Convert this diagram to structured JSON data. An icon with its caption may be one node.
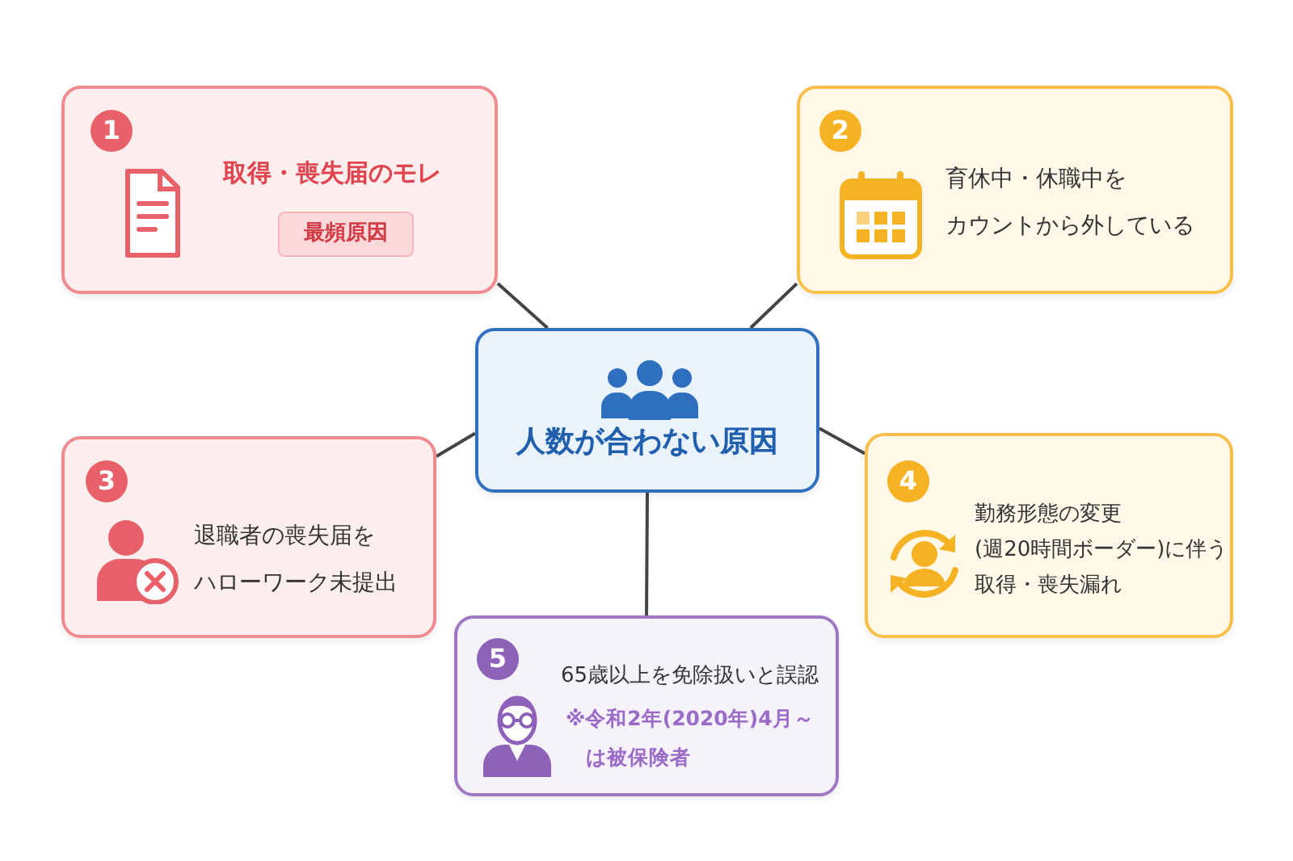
{
  "diagram": {
    "nodes": [
      {
        "text": [
          "人数が合わない原因"
        ]
      },
      {
        "text": [
          "1",
          "取得・喪失届のモレ",
          "最頻原因"
        ]
      },
      {
        "text": [
          "2",
          "育休中・休職中をカウントから外している"
        ]
      },
      {
        "text": [
          "3",
          "退職者の喪失届をハローワーク未提出"
        ]
      },
      {
        "text": [
          "4",
          "勤務形態の変更(週20時間ボーダー)に伴う取得・喪失漏れ"
        ]
      },
      {
        "text": [
          "5",
          "65歳以上を免除扱いと誤認",
          "※令和2年(2020年)4月～は被保険者"
        ]
      }
    ],
    "edges": [
      {
        "from": 0,
        "to": 1,
        "arrow": "none"
      },
      {
        "from": 0,
        "to": 2,
        "arrow": "none"
      },
      {
        "from": 0,
        "to": 3,
        "arrow": "none"
      },
      {
        "from": 0,
        "to": 4,
        "arrow": "none"
      },
      {
        "from": 0,
        "to": 5,
        "arrow": "none"
      }
    ]
  }
}
